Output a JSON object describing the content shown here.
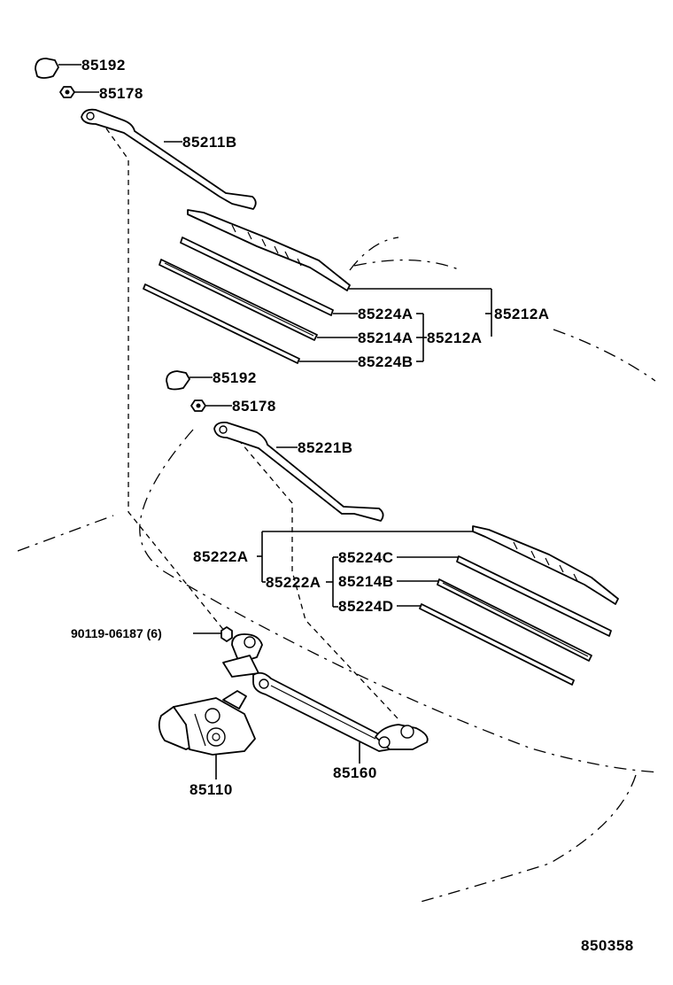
{
  "labels": {
    "cap_upper": "85192",
    "nut_upper": "85178",
    "arm_upper": "85211B",
    "blade_assy_upper": "85212A",
    "insert_a_upper": "85224A",
    "rubber_upper": "85214A",
    "blade_sub_upper": "85212A",
    "insert_b_upper": "85224B",
    "cap_lower": "85192",
    "nut_lower": "85178",
    "arm_lower": "85221B",
    "blade_assy_lower": "85222A",
    "blade_sub_lower": "85222A",
    "insert_c_lower": "85224C",
    "rubber_lower": "85214B",
    "insert_d_lower": "85224D",
    "bolt": "90119-06187 (6)",
    "motor": "85110",
    "link": "85160",
    "figure_code": "850358"
  }
}
